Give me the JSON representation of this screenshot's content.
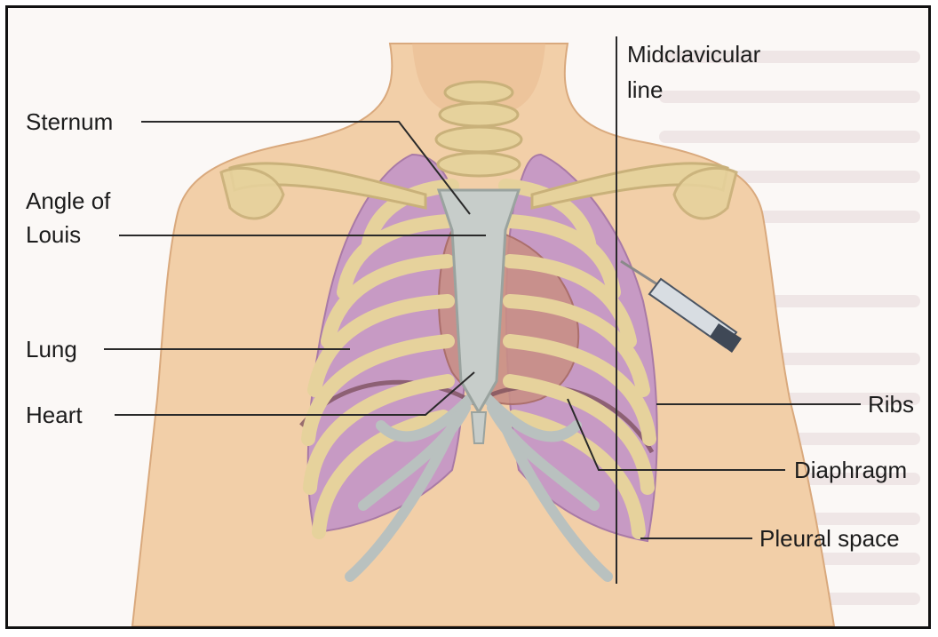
{
  "labels": {
    "sternum": "Sternum",
    "angle_of_louis_line1": "Angle of",
    "angle_of_louis_line2": "Louis",
    "lung": "Lung",
    "heart": "Heart",
    "midclavicular_line1": "Midclavicular",
    "midclavicular_line2": "line",
    "ribs": "Ribs",
    "diaphragm": "Diaphragm",
    "pleural_space": "Pleural space"
  },
  "colors": {
    "skin": "#f2cfa8",
    "bone": "#e6d29c",
    "cartilage": "#b9c1bf",
    "lung": "#c79ac4",
    "heart": "#c98f86",
    "leader_line": "#2a2a2a"
  }
}
